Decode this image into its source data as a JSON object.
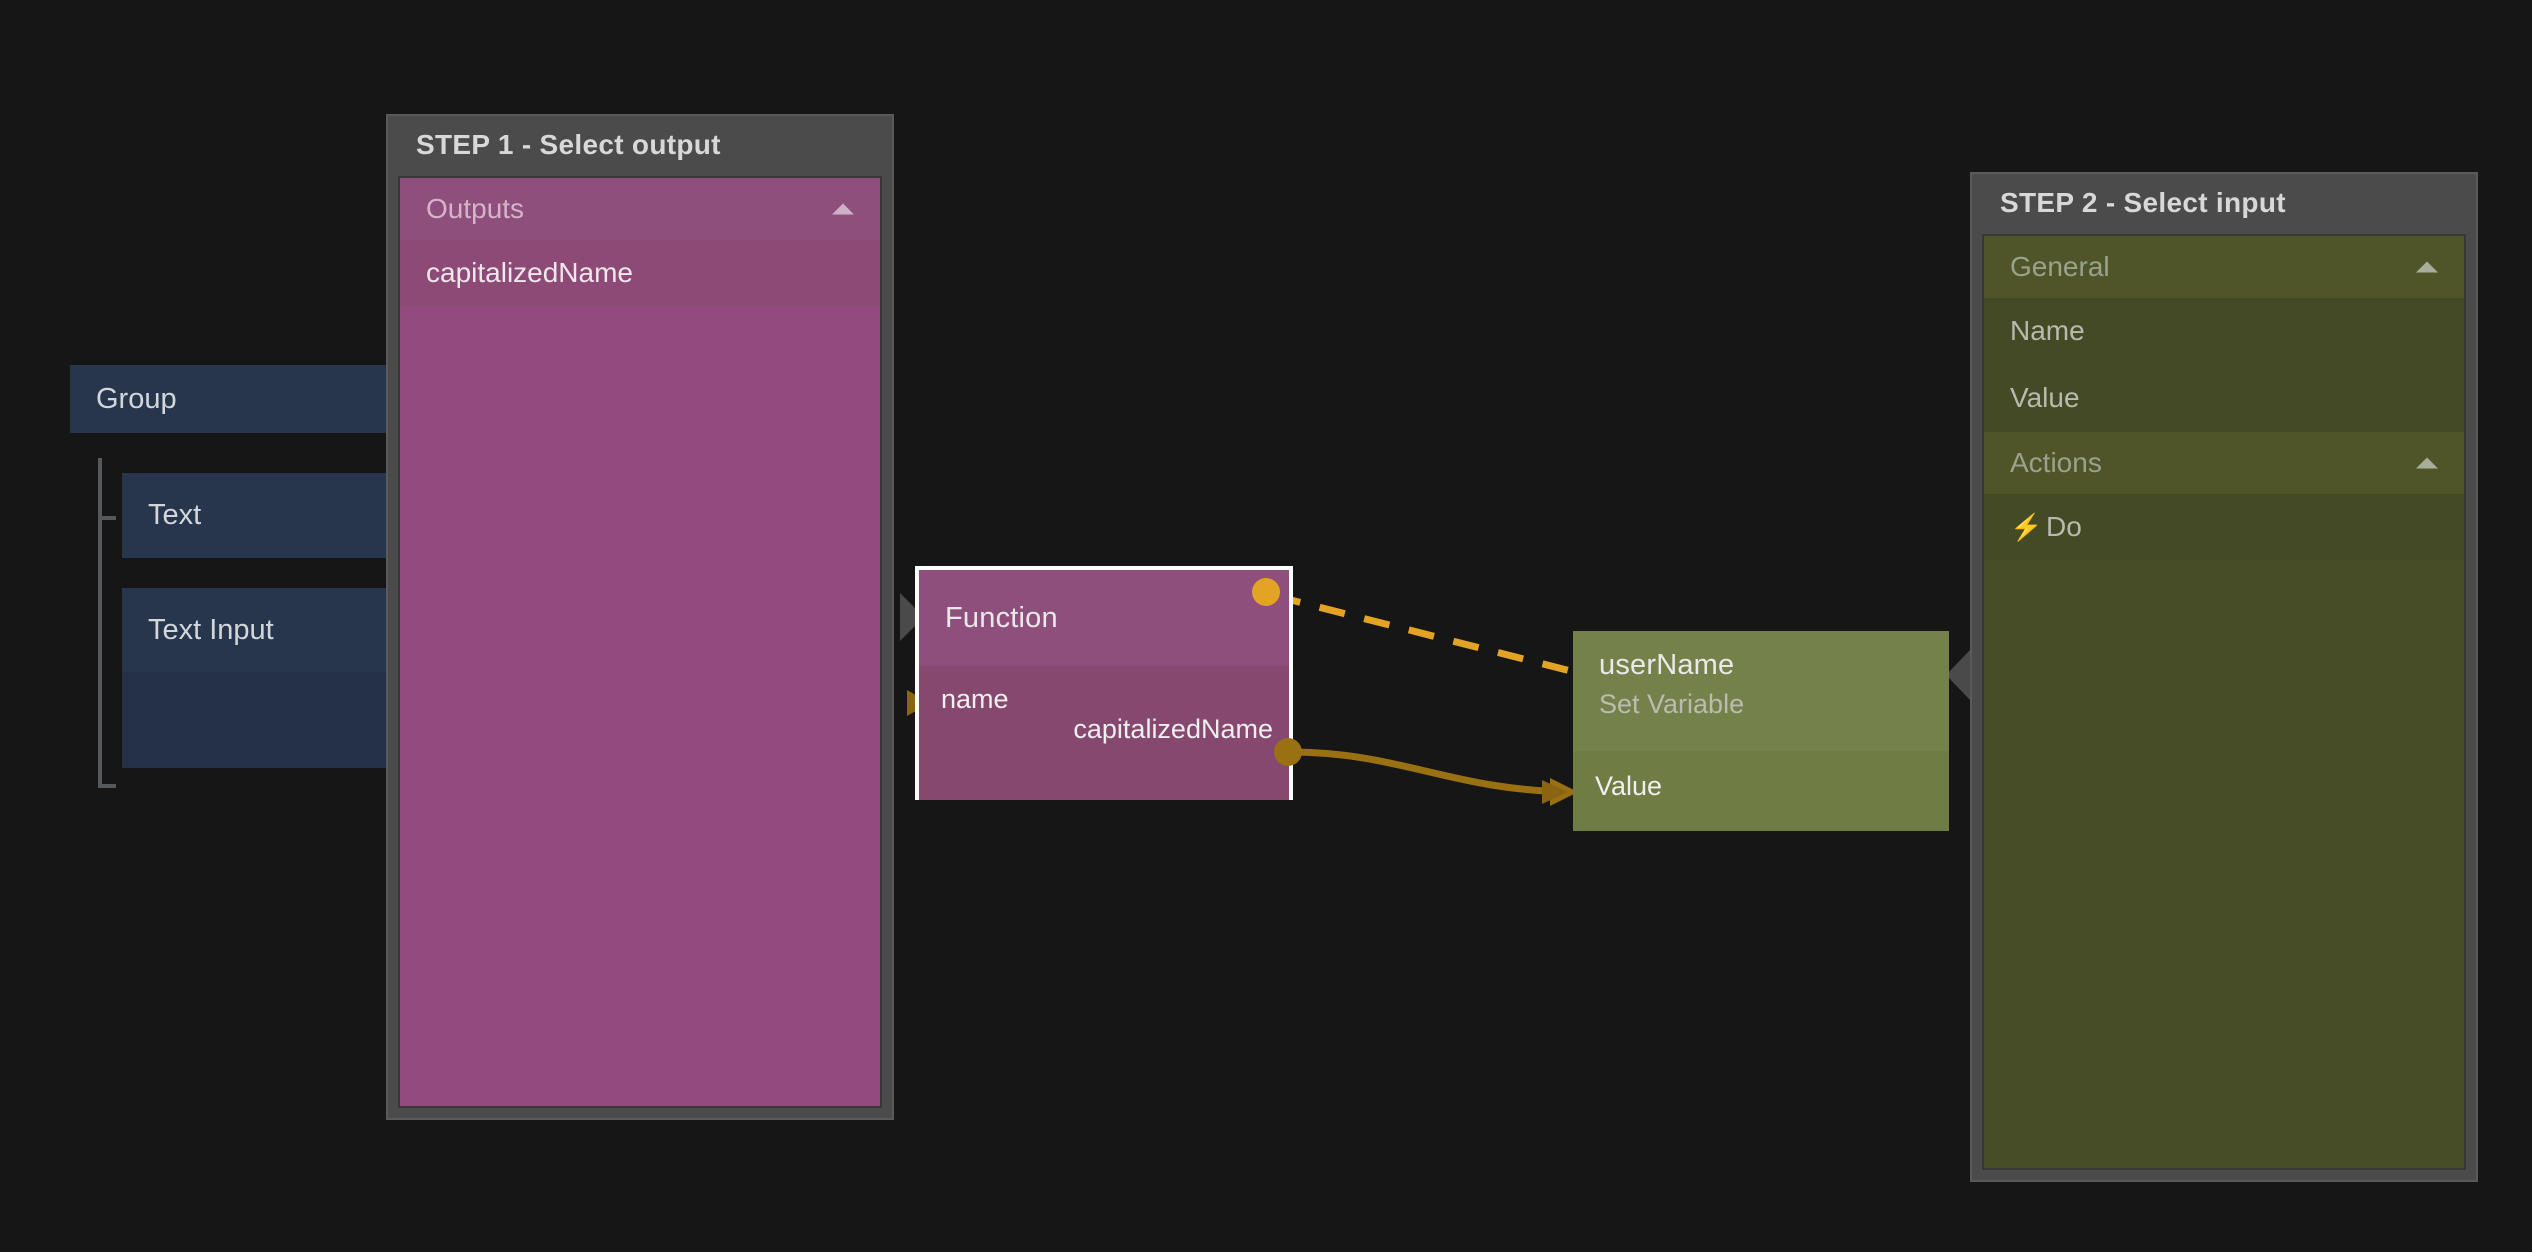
{
  "canvas": {
    "background": "#161616",
    "exec_wire_color": "#e3a325",
    "data_wire_color": "#9a7112"
  },
  "tree": {
    "root": {
      "label": "Group",
      "color": "#27354d"
    },
    "children": [
      {
        "label": "Text",
        "color": "#27354d"
      },
      {
        "label": "Text Input",
        "color": "#27354d"
      }
    ]
  },
  "nodes": {
    "function": {
      "title": "Function",
      "color": "#8f4f7c",
      "selected": true,
      "inputs": [
        {
          "label": "name",
          "kind": "data"
        }
      ],
      "outputs": [
        {
          "label": "capitalizedName",
          "kind": "data"
        }
      ]
    },
    "set_variable": {
      "title": "userName",
      "subtitle": "Set Variable",
      "color": "#6f7c44",
      "inputs": [
        {
          "label": "Value",
          "kind": "data"
        }
      ]
    }
  },
  "panels": {
    "step1": {
      "title": "STEP 1 - Select output",
      "accent": "#8f4f7c",
      "sections": [
        {
          "label": "Outputs",
          "collapsible": true,
          "collapse_icon": "chevron-up-icon",
          "items": [
            "capitalizedName"
          ]
        }
      ]
    },
    "step2": {
      "title": "STEP 2 - Select input",
      "accent": "#4f5529",
      "sections": [
        {
          "label": "General",
          "collapsible": true,
          "collapse_icon": "chevron-up-icon",
          "items": [
            "Name",
            "Value"
          ]
        },
        {
          "label": "Actions",
          "collapsible": true,
          "collapse_icon": "chevron-up-icon",
          "items": [
            "Do"
          ],
          "item_icon": "lightning-bolt-icon",
          "item_icon_glyph": "⚡"
        }
      ]
    }
  }
}
